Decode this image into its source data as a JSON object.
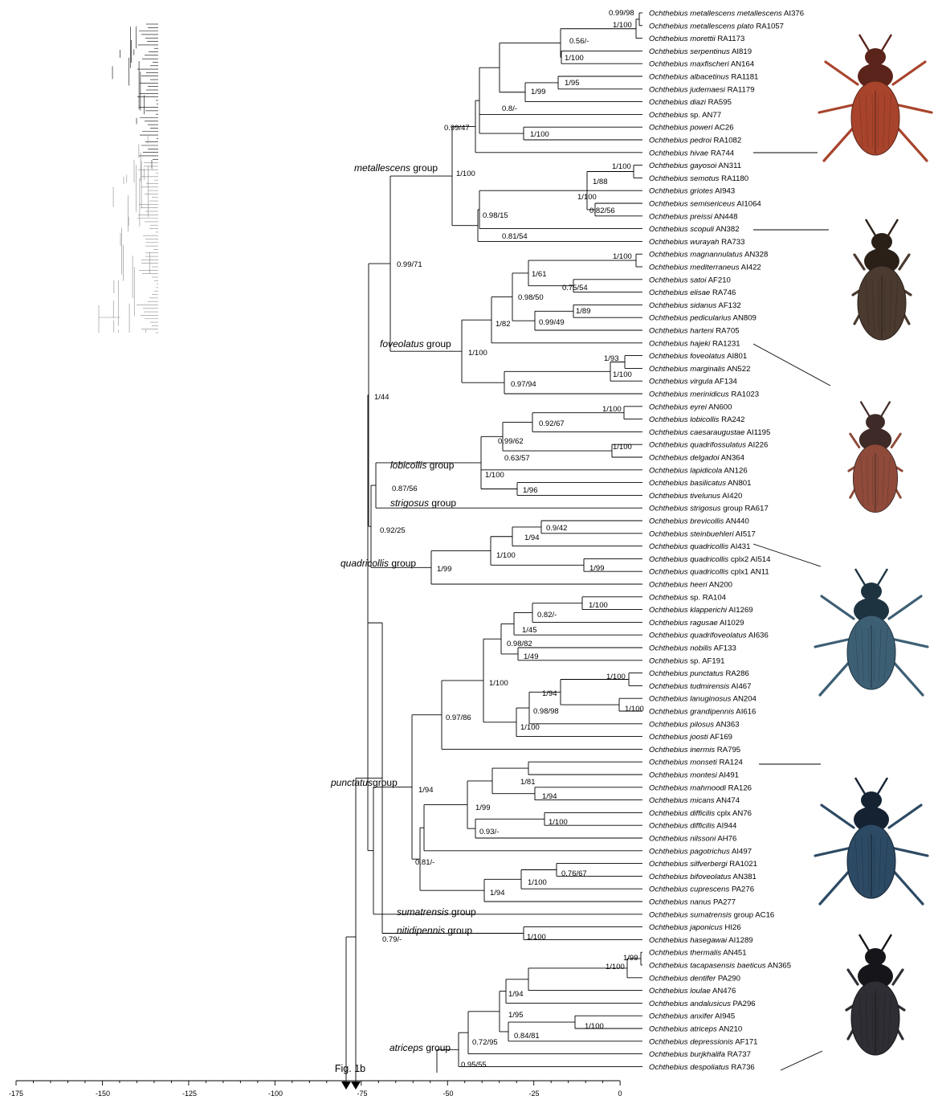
{
  "tips": [
    [
      "Ochthebius",
      "metallescens metallescens",
      "AI376"
    ],
    [
      "Ochthebius",
      "metallescens plato",
      "RA1057"
    ],
    [
      "Ochthebius",
      "morettii",
      "RA1173"
    ],
    [
      "Ochthebius",
      "serpentinus",
      "AI819"
    ],
    [
      "Ochthebius",
      "maxfischeri",
      "AN164"
    ],
    [
      "Ochthebius",
      "albacetinus",
      "RA1181"
    ],
    [
      "Ochthebius",
      "judemaesi",
      "RA1179"
    ],
    [
      "Ochthebius",
      "diazi",
      "RA595"
    ],
    [
      "Ochthebius",
      "sp.",
      "AN77"
    ],
    [
      "Ochthebius",
      "poweri",
      "AC26"
    ],
    [
      "Ochthebius",
      "pedroi",
      "RA1082"
    ],
    [
      "Ochthebius",
      "hivae",
      "RA744"
    ],
    [
      "Ochthebius",
      "gayosoi",
      "AN311"
    ],
    [
      "Ochthebius",
      "semotus",
      "RA1180"
    ],
    [
      "Ochthebius",
      "griotes",
      "AI943"
    ],
    [
      "Ochthebius",
      "semisericeus",
      "AI1064"
    ],
    [
      "Ochthebius",
      "preissi",
      "AN448"
    ],
    [
      "Ochthebius",
      "scopuli",
      "AN382"
    ],
    [
      "Ochthebius",
      "wurayah",
      "RA733"
    ],
    [
      "Ochthebius",
      "magnannulatus",
      "AN328"
    ],
    [
      "Ochthebius",
      "mediterraneus",
      "AI422"
    ],
    [
      "Ochthebius",
      "satoi",
      "AF210"
    ],
    [
      "Ochthebius",
      "elisae",
      "RA746"
    ],
    [
      "Ochthebius",
      "sidanus",
      "AF132"
    ],
    [
      "Ochthebius",
      "pedicularius",
      "AN809"
    ],
    [
      "Ochthebius",
      "harteni",
      "RA705"
    ],
    [
      "Ochthebius",
      "hajeki",
      "RA1231"
    ],
    [
      "Ochthebius",
      "foveolatus",
      "AI801"
    ],
    [
      "Ochthebius",
      "marginalis",
      "AN522"
    ],
    [
      "Ochthebius",
      "virgula",
      "AF134"
    ],
    [
      "Ochthebius",
      "merinidicus",
      "RA1023"
    ],
    [
      "Ochthebius",
      "eyrei",
      "AN600"
    ],
    [
      "Ochthebius",
      "lobicollis",
      "RA242"
    ],
    [
      "Ochthebius",
      "caesaraugustae",
      "AI1195"
    ],
    [
      "Ochthebius",
      "quadrifossulatus",
      "AI226"
    ],
    [
      "Ochthebius",
      "delgadoi",
      "AN364"
    ],
    [
      "Ochthebius",
      "lapidicola",
      "AN126"
    ],
    [
      "Ochthebius",
      "basilicatus",
      "AN801"
    ],
    [
      "Ochthebius",
      "tivelunus",
      "AI420"
    ],
    [
      "Ochthebius",
      "strigosus",
      "group RA617"
    ],
    [
      "Ochthebius",
      "brevicollis",
      "AN440"
    ],
    [
      "Ochthebius",
      "steinbuehleri",
      "AI517"
    ],
    [
      "Ochthebius",
      "quadricollis",
      "AI431"
    ],
    [
      "Ochthebius",
      "quadricollis",
      "cplx2 AI514"
    ],
    [
      "Ochthebius",
      "quadricollis",
      "cplx1 AN11"
    ],
    [
      "Ochthebius",
      "heeri",
      "AN200"
    ],
    [
      "Ochthebius",
      "sp.",
      "RA104"
    ],
    [
      "Ochthebius",
      "klapperichi",
      "AI1269"
    ],
    [
      "Ochthebius",
      "ragusae",
      "AI1029"
    ],
    [
      "Ochthebius",
      "quadrifoveolatus",
      "AI636"
    ],
    [
      "Ochthebius",
      "nobilis",
      "AF133"
    ],
    [
      "Ochthebius",
      "sp.",
      "AF191"
    ],
    [
      "Ochthebius",
      "punctatus",
      "RA286"
    ],
    [
      "Ochthebius",
      "tudmirensis",
      "AI467"
    ],
    [
      "Ochthebius",
      "lanuginosus",
      "AN204"
    ],
    [
      "Ochthebius",
      "grandipennis",
      "AI616"
    ],
    [
      "Ochthebius",
      "pilosus",
      "AN363"
    ],
    [
      "Ochthebius",
      "joosti",
      "AF169"
    ],
    [
      "Ochthebius",
      "inermis",
      "RA795"
    ],
    [
      "Ochthebius",
      "monseti",
      "RA124"
    ],
    [
      "Ochthebius",
      "montesi",
      "AI491"
    ],
    [
      "Ochthebius",
      "mahmoodi",
      "RA126"
    ],
    [
      "Ochthebius",
      "micans",
      "AN474"
    ],
    [
      "Ochthebius",
      "difficilis",
      "cplx AN76"
    ],
    [
      "Ochthebius",
      "difficilis",
      "AI944"
    ],
    [
      "Ochthebius",
      "nilssoni",
      "AH76"
    ],
    [
      "Ochthebius",
      "pagotrichus",
      "AI497"
    ],
    [
      "Ochthebius",
      "silfverbergi",
      "RA1021"
    ],
    [
      "Ochthebius",
      "bifoveolatus",
      "AN381"
    ],
    [
      "Ochthebius",
      "cuprescens",
      "PA276"
    ],
    [
      "Ochthebius",
      "nanus",
      "PA277"
    ],
    [
      "Ochthebius",
      "sumatrensis",
      "group AC16"
    ],
    [
      "Ochthebius",
      "japonicus",
      "HI26"
    ],
    [
      "Ochthebius",
      "hasegawai",
      "AI1289"
    ],
    [
      "Ochthebius",
      "thermalis",
      "AN451"
    ],
    [
      "Ochthebius",
      "tacapasensis baeticus",
      "AN365"
    ],
    [
      "Ochthebius",
      "dentifer",
      "PA290"
    ],
    [
      "Ochthebius",
      "loulae",
      "AN476"
    ],
    [
      "Ochthebius",
      "andalusicus",
      "PA296"
    ],
    [
      "Ochthebius",
      "anxifer",
      "AI945"
    ],
    [
      "Ochthebius",
      "atriceps",
      "AN210"
    ],
    [
      "Ochthebius",
      "depressionis",
      "AF171"
    ],
    [
      "Ochthebius",
      "burjkhalifa",
      "RA737"
    ],
    [
      "Ochthebius",
      "despoliatus",
      "RA736"
    ]
  ],
  "node_labels": [
    "0.99/98",
    "1/100",
    "0.56/-",
    "1/100",
    "1/95",
    "1/99",
    "0.8/-",
    "0.99/47",
    "1/100",
    "1/100",
    "1/100",
    "1/88",
    "1/100",
    "0.82/56",
    "0.98/15",
    "0.81/54",
    "0.99/71",
    "1/100",
    "1/61",
    "0.75/54",
    "0.98/50",
    "1/89",
    "0.99/49",
    "1/82",
    "1/100",
    "1/93",
    "1/100",
    "0.97/94",
    "1/44",
    "1/100",
    "0.92/67",
    "0.99/62",
    "1/100",
    "0.63/57",
    "1/100",
    "1/96",
    "0.87/56",
    "0.92/25",
    "1/99",
    "0.9/42",
    "1/94",
    "1/100",
    "1/99",
    "1/100",
    "0.82/-",
    "1/45",
    "0.98/82",
    "1/49",
    "1/100",
    "1/94",
    "1/100",
    "0.98/98",
    "1/100",
    "1/100",
    "0.97/86",
    "1/94",
    "1/81",
    "1/94",
    "1/99",
    "1/100",
    "0.93/-",
    "0.81/-",
    "0.76/67",
    "1/100",
    "1/94",
    "0.79/-",
    "1/100",
    "1/99",
    "1/100",
    "1/94",
    "1/95",
    "1/100",
    "0.84/81",
    "0.72/95",
    "0.95/55"
  ],
  "groups": [
    {
      "italic": "metallescens",
      "suffix": " group"
    },
    {
      "italic": "foveolatus",
      "suffix": " group"
    },
    {
      "italic": "lobicollis",
      "suffix": " group"
    },
    {
      "italic": "strigosus",
      "suffix": " group"
    },
    {
      "italic": "quadricollis",
      "suffix": " group"
    },
    {
      "italic": "punctatus",
      "suffix": "group"
    },
    {
      "italic": "sumatrensis",
      "suffix": " group"
    },
    {
      "italic": "nitidipennis",
      "suffix": " group"
    },
    {
      "italic": "atriceps",
      "suffix": " group"
    }
  ],
  "axis": {
    "ticks": [
      "-175",
      "-150",
      "-125",
      "-100",
      "-75",
      "-50",
      "-25",
      "0"
    ]
  },
  "continuation_label": "Fig. 1b",
  "colors": {
    "line": "#000000",
    "thumb_grey": "#8a8a8a",
    "beetle_red": "#a8442c",
    "beetle_brown": "#4a3a30",
    "beetle_blue": "#3d5f74",
    "beetle_black": "#2e2e34"
  },
  "photo_icons": [
    "beetle-reddish-icon",
    "beetle-dark-brown-icon",
    "beetle-red-black-icon",
    "beetle-blue-icon",
    "beetle-dark-blue-icon",
    "beetle-black-icon"
  ]
}
